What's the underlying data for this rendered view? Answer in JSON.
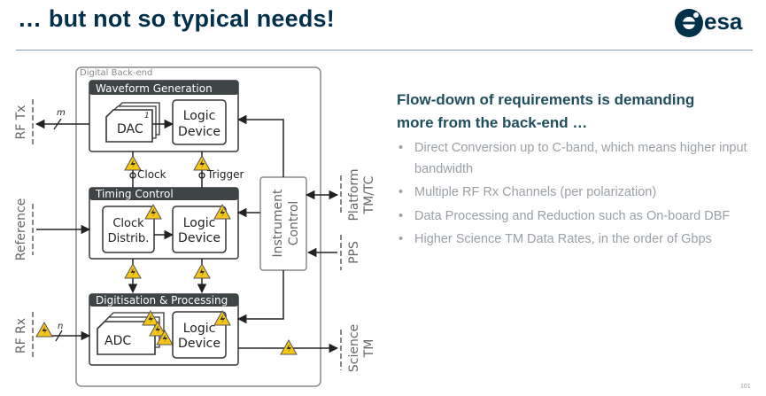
{
  "slide": {
    "title": "… but not so typical needs!",
    "logo_text": "esa",
    "page_number": "101"
  },
  "diagram": {
    "outer_label": "Digital Back-end",
    "blocks": {
      "waveform": "Waveform Generation",
      "timing": "Timing Control",
      "digitisation": "Digitisation & Processing",
      "instrument_line1": "Instrument",
      "instrument_line2": "Control"
    },
    "components": {
      "dac": "DAC",
      "dac_count": "1",
      "waveform_logic_line1": "Logic",
      "waveform_logic_line2": "Device",
      "clock_line1": "Clock",
      "clock_line2": "Distrib.",
      "timing_logic_line1": "Logic",
      "timing_logic_line2": "Device",
      "adc": "ADC",
      "dig_logic_line1": "Logic",
      "dig_logic_line2": "Device"
    },
    "signals": {
      "clock": "Clock",
      "trigger": "Trigger",
      "rf_tx": "RF Tx",
      "reference": "Reference",
      "rf_rx": "RF Rx",
      "platform_line1": "Platform",
      "platform_line2": "TM/TC",
      "pps": "PPS",
      "science_line1": "Science",
      "science_line2": "TM",
      "m": "m",
      "n": "n"
    },
    "colors": {
      "block_header": "#3f4447",
      "warning_fill": "#f5c518",
      "border": "#333333"
    }
  },
  "panel": {
    "heading_line1": "Flow-down of requirements is demanding",
    "heading_line2": "more from the back-end …",
    "bullets": [
      "Direct Conversion up to C-band, which means higher input bandwidth",
      "Multiple RF Rx Channels (per polarization)",
      "Data Processing and Reduction such as On-board DBF",
      "Higher Science TM Data Rates, in the order of Gbps"
    ]
  }
}
